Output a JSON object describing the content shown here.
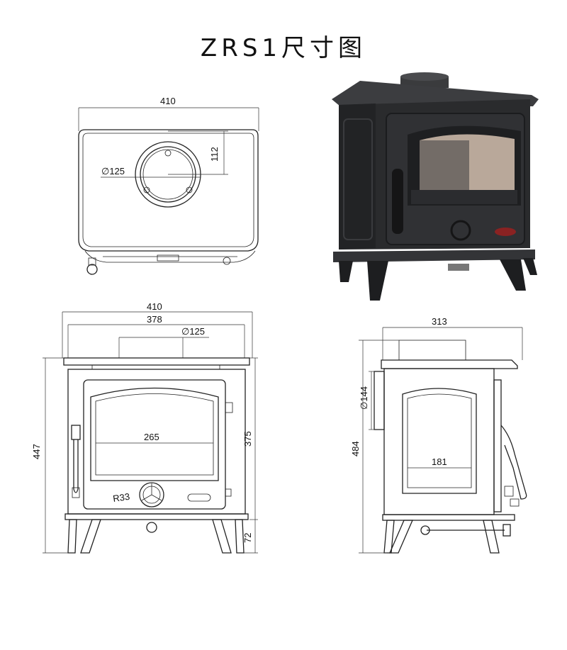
{
  "title": "ZRS1尺寸图",
  "top_view": {
    "width_label": "410",
    "flue_offset_label": "112",
    "flue_diameter_label": "∅125"
  },
  "front_view": {
    "overall_width_label": "410",
    "top_width_label": "378",
    "flue_diameter_label": "∅125",
    "overall_height_label": "447",
    "body_height_label": "375",
    "leg_height_label": "72",
    "door_glass_width_label": "265",
    "radius_label": "R33"
  },
  "side_view": {
    "depth_label": "313",
    "flue_diameter_label": "∅144",
    "overall_height_label": "484",
    "glass_width_label": "181"
  },
  "colors": {
    "line": "#222222",
    "stove_body": "#2a2b2d",
    "glass": "#b9a89a"
  }
}
